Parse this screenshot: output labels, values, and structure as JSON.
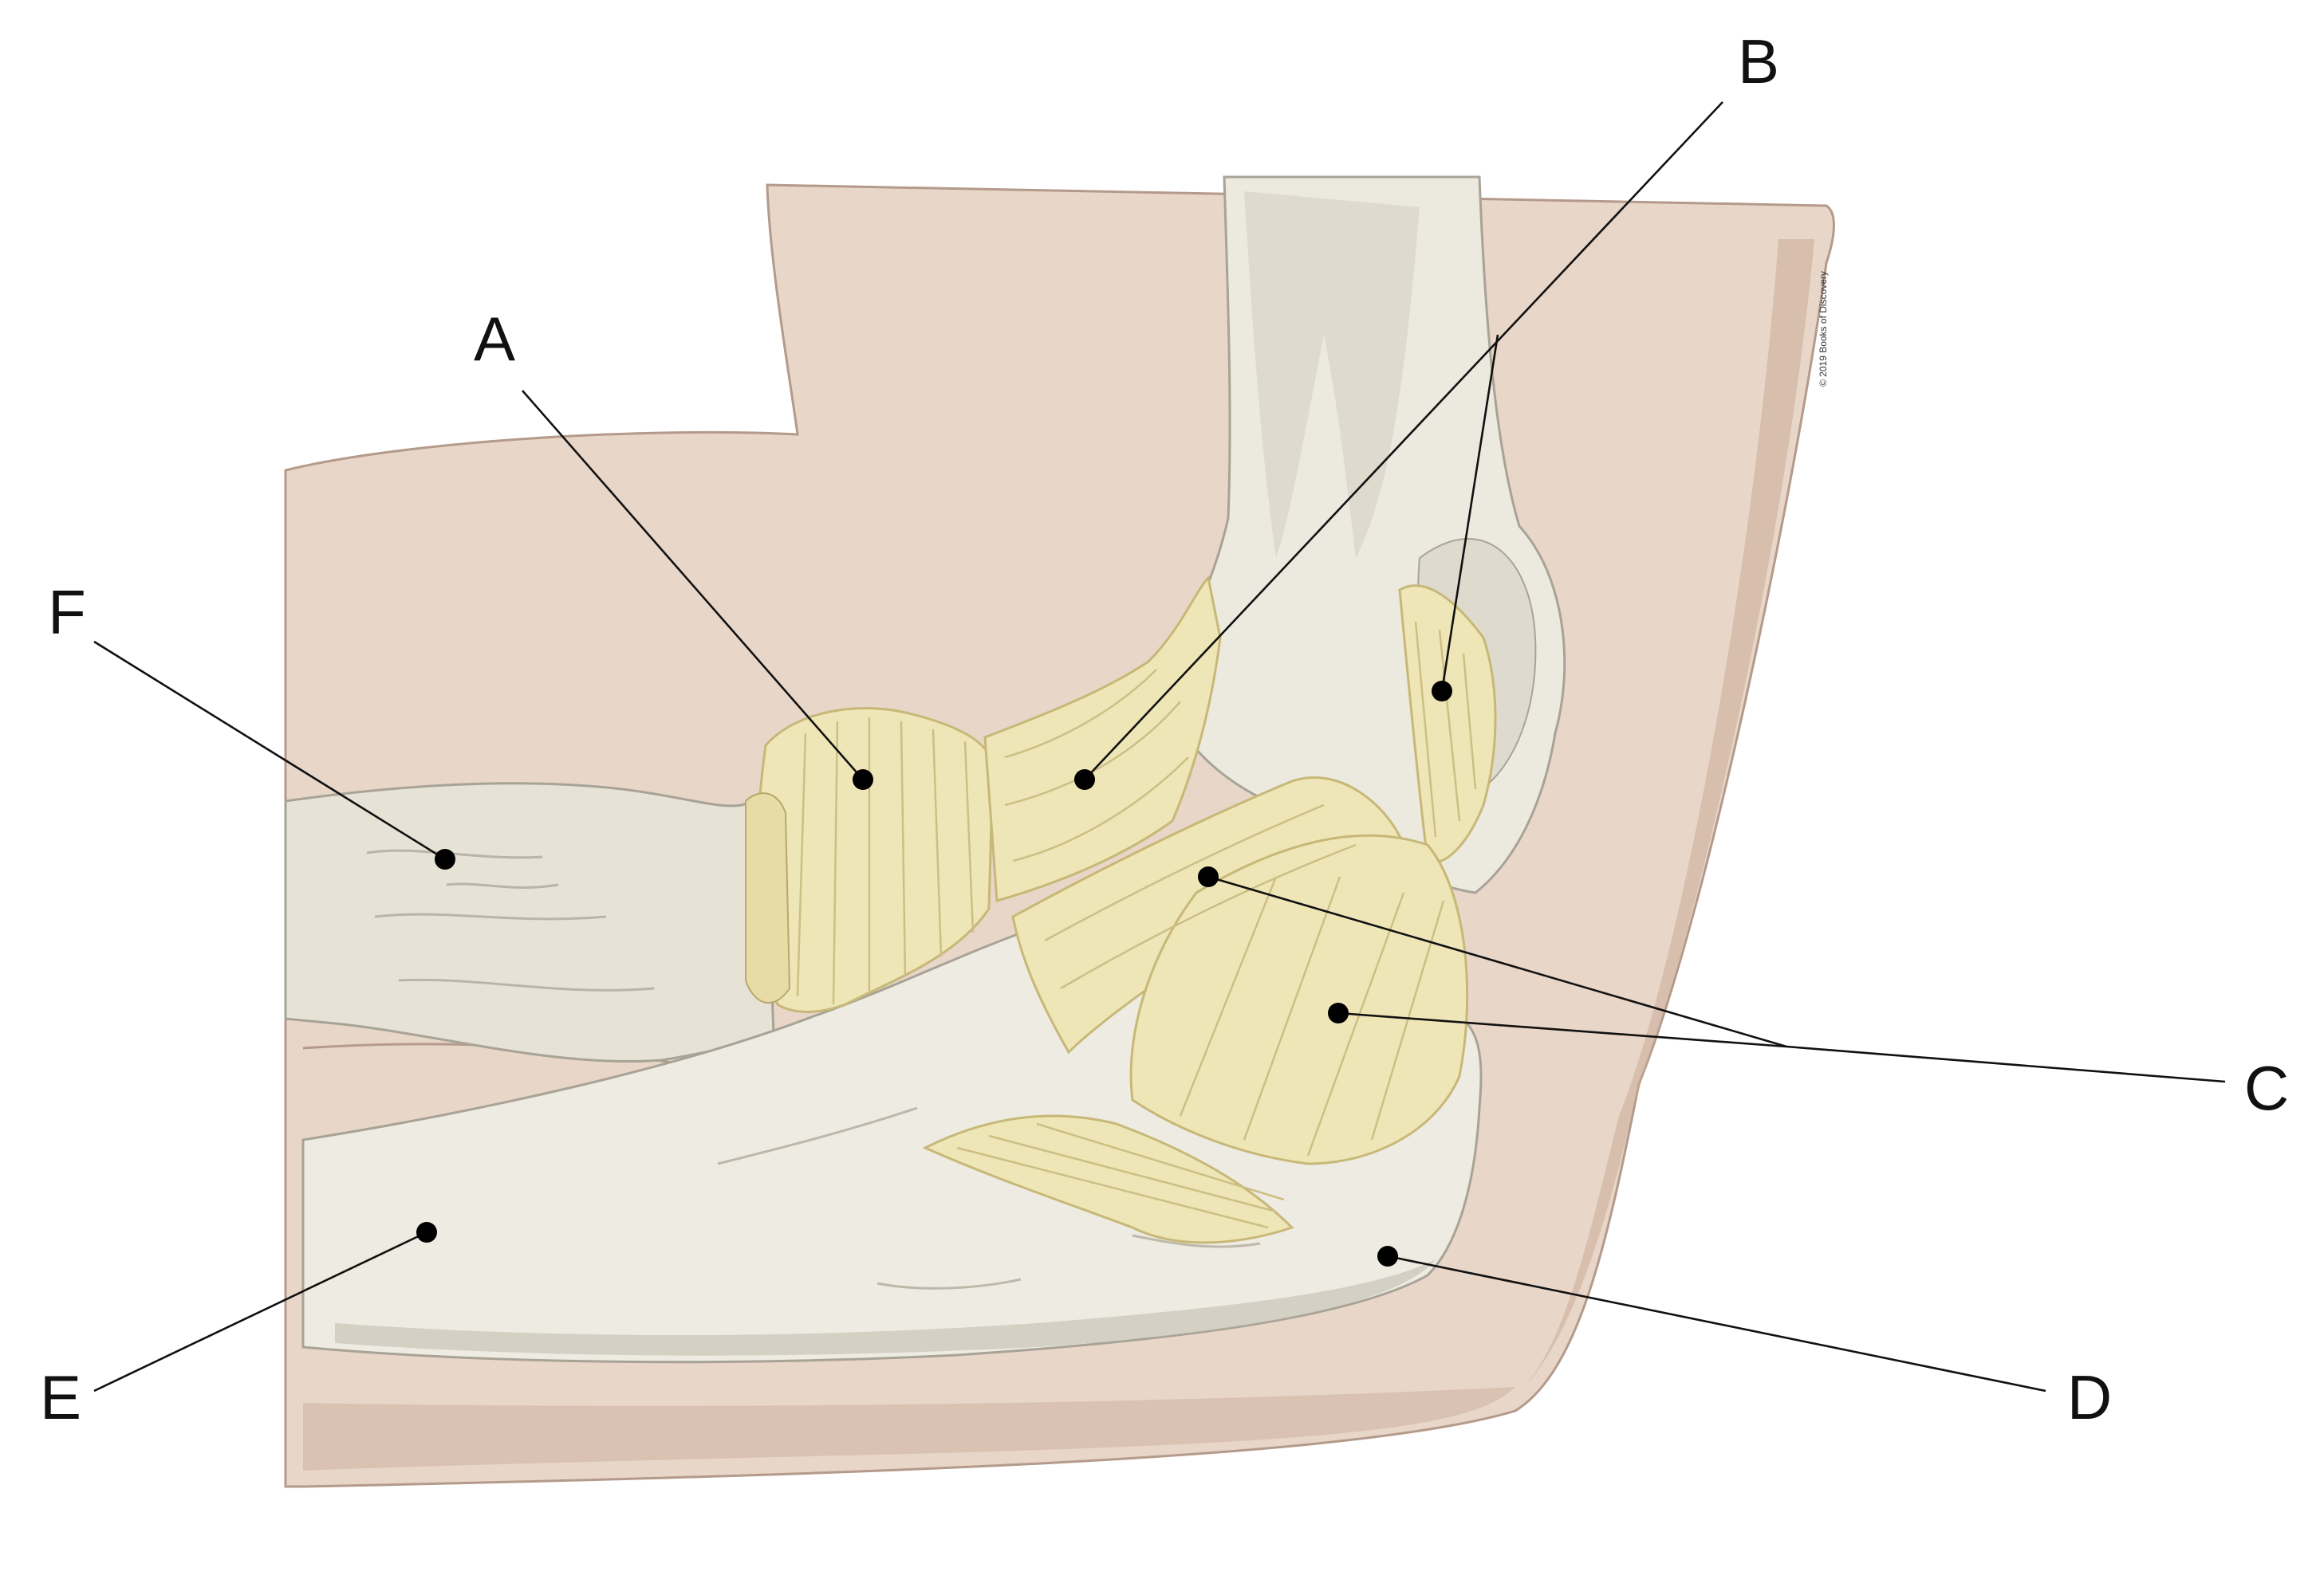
{
  "labels": {
    "a": "A",
    "b": "B",
    "c": "C",
    "d": "D",
    "e": "E",
    "f": "F"
  },
  "credit": "© 2019 Books of Discovery",
  "colors": {
    "skin": "#e8d6c8",
    "skin_edge": "#b49a8a",
    "bone": "#ece9df",
    "bone_shade": "#c9c4b6",
    "ligament": "#efe6b7",
    "ligament_stroke": "#c7b877",
    "line": "#111111"
  }
}
